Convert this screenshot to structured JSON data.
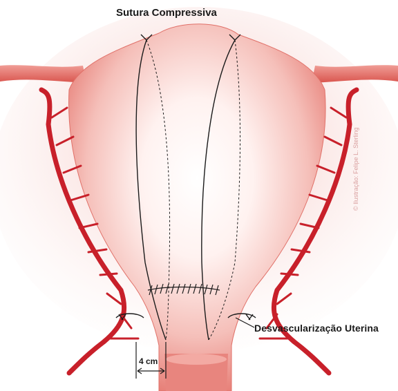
{
  "labels": {
    "title": "Sutura Compressiva",
    "devascularization": "Desvascularização Uterina",
    "measurement": "4 cm",
    "credit": "© Ilustração: Felipe L. Sterling"
  },
  "colors": {
    "background": "#ffffff",
    "uterus_light": "#ffffff",
    "uterus_mid": "#f7c6c2",
    "uterus_edge": "#e36f68",
    "vessel": "#c8202a",
    "suture": "#1a1a1a",
    "text": "#1a1a1a"
  }
}
